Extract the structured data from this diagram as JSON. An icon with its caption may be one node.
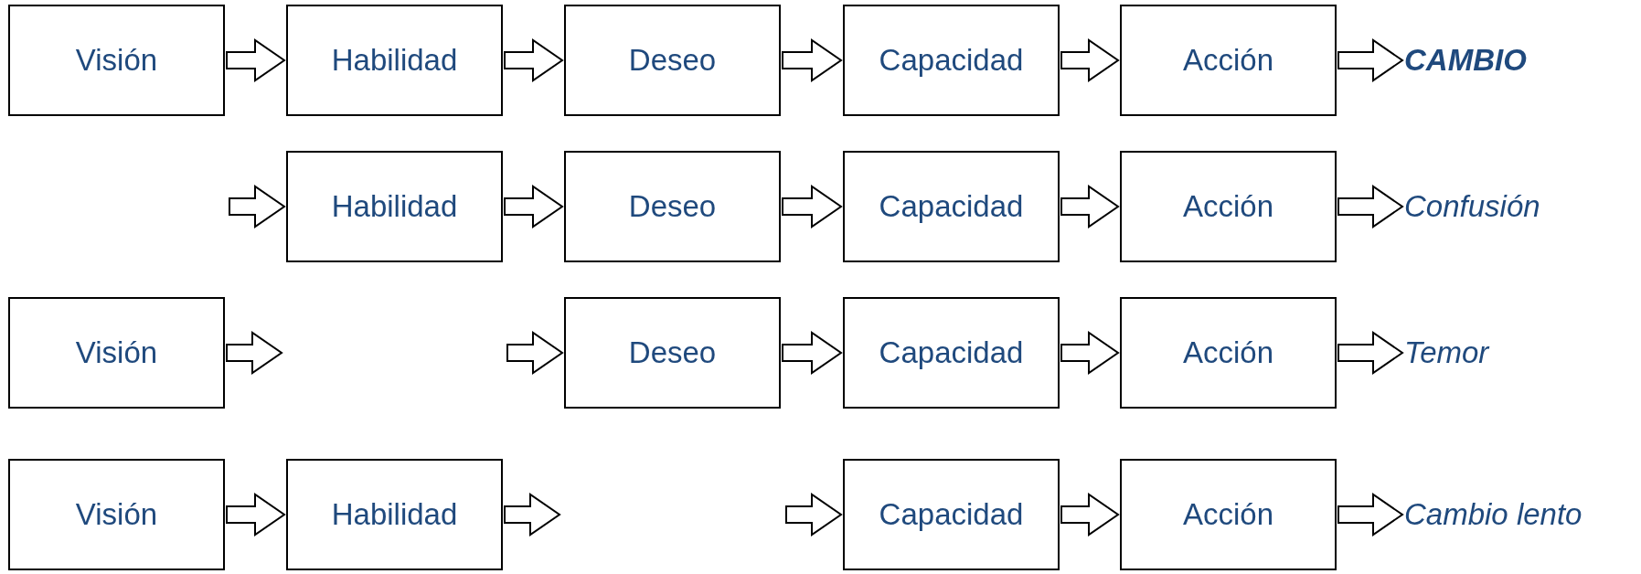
{
  "diagram": {
    "nodes": [
      {
        "text": [
          "Visión"
        ]
      },
      {
        "text": [
          "Habilidad"
        ]
      },
      {
        "text": [
          "Deseo"
        ]
      },
      {
        "text": [
          "Capacidad"
        ]
      },
      {
        "text": [
          "Acción"
        ]
      },
      {
        "text": [
          "CAMBIO"
        ]
      },
      {
        "text": [
          "Habilidad"
        ]
      },
      {
        "text": [
          "Deseo"
        ]
      },
      {
        "text": [
          "Capacidad"
        ]
      },
      {
        "text": [
          "Acción"
        ]
      },
      {
        "text": [
          "Confusión"
        ]
      },
      {
        "text": [
          "Visión"
        ]
      },
      {
        "text": [
          "Deseo"
        ]
      },
      {
        "text": [
          "Capacidad"
        ]
      },
      {
        "text": [
          "Acción"
        ]
      },
      {
        "text": [
          "Temor"
        ]
      },
      {
        "text": [
          "Visión"
        ]
      },
      {
        "text": [
          "Habilidad"
        ]
      },
      {
        "text": [
          "Capacidad"
        ]
      },
      {
        "text": [
          "Acción"
        ]
      },
      {
        "text": [
          "Cambio lento"
        ]
      }
    ],
    "edges": [
      {
        "from": 0,
        "to": 1,
        "arrow": "to"
      },
      {
        "from": 1,
        "to": 2,
        "arrow": "to"
      },
      {
        "from": 2,
        "to": 3,
        "arrow": "to"
      },
      {
        "from": 3,
        "to": 4,
        "arrow": "to"
      },
      {
        "from": 4,
        "to": 5,
        "arrow": "to"
      },
      {
        "from": null,
        "to": 6,
        "arrow": "to"
      },
      {
        "from": 6,
        "to": 7,
        "arrow": "to"
      },
      {
        "from": 7,
        "to": 8,
        "arrow": "to"
      },
      {
        "from": 8,
        "to": 9,
        "arrow": "to"
      },
      {
        "from": 9,
        "to": 10,
        "arrow": "to"
      },
      {
        "from": 11,
        "to": null,
        "arrow": "to"
      },
      {
        "from": null,
        "to": 12,
        "arrow": "to"
      },
      {
        "from": 12,
        "to": 13,
        "arrow": "to"
      },
      {
        "from": 13,
        "to": 14,
        "arrow": "to"
      },
      {
        "from": 14,
        "to": 15,
        "arrow": "to"
      },
      {
        "from": 16,
        "to": 17,
        "arrow": "to"
      },
      {
        "from": 17,
        "to": null,
        "arrow": "to"
      },
      {
        "from": null,
        "to": 18,
        "arrow": "to"
      },
      {
        "from": 18,
        "to": 19,
        "arrow": "to"
      },
      {
        "from": 19,
        "to": 20,
        "arrow": "to"
      }
    ]
  }
}
